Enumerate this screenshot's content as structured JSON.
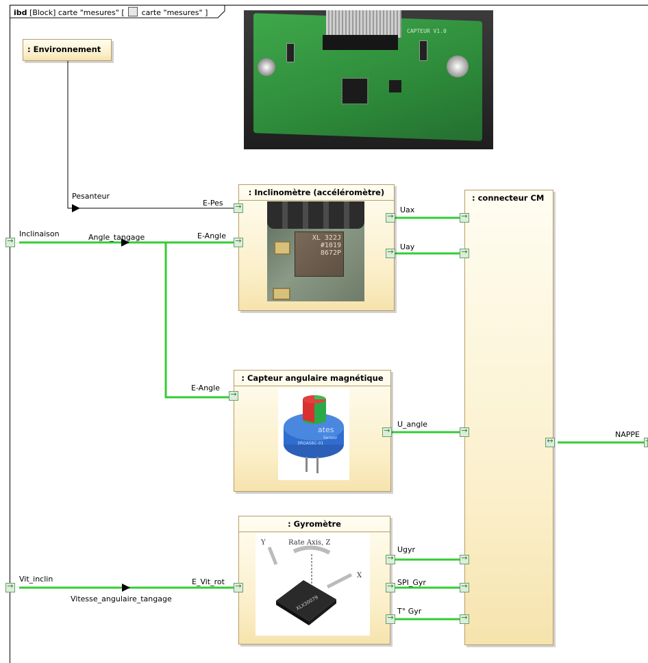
{
  "frame": {
    "keyword": "ibd",
    "label_rest": "[Block] carte \"mesures\" [",
    "label_name": "carte \"mesures\" ]"
  },
  "blocks": {
    "environnement": ": Environnement",
    "inclinometre": ": Inclinomètre (accéléromètre)",
    "capteur": ": Capteur angulaire magnétique",
    "gyrometre": ": Gyromètre",
    "connecteur": ": connecteur CM"
  },
  "labels": {
    "pesanteur": "Pesanteur",
    "e_pes": "E-Pes",
    "inclinaison": "Inclinaison",
    "angle_tangage": "Angle_tangage",
    "e_angle_1": "E-Angle",
    "e_angle_2": "E-Angle",
    "uax": "Uax",
    "uay": "Uay",
    "u_angle": "U_angle",
    "nappe": "NAPPE",
    "vit_inclin": "Vit_inclin",
    "vitesse": "Vitesse_angulaire_tangage",
    "e_vit_rot": "E_Vit_rot",
    "ugyr": "Ugyr",
    "spi_gyr": "SPI_Gyr",
    "t_gyr": "T° Gyr"
  },
  "images": {
    "board_text": "CAPTEUR V1.0",
    "chip_accel": "XL 322J #1019 8672P",
    "sensor_brand": "ates",
    "sensor_line1": "Sensor",
    "sensor_line2": "3RGAS6C-01",
    "gyro_y": "Y",
    "gyro_z": "Rate Axis, Z",
    "gyro_x": "X",
    "gyro_chip": "XLX30079"
  },
  "colors": {
    "flow_green": "#33cc33",
    "block_border": "#b79c66",
    "block_fill_top": "#fffdf2",
    "block_fill_bottom": "#f6e3ad"
  }
}
